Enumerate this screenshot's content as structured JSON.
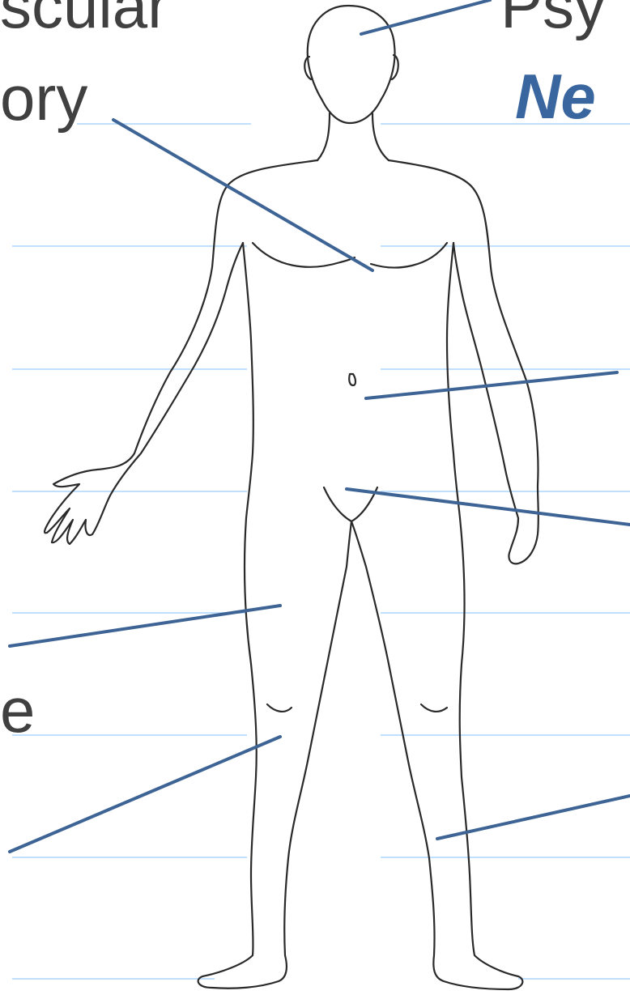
{
  "labels": {
    "top_left_1": "scular",
    "top_left_2": "ory",
    "top_right_1": "Psy",
    "top_right_2": "Ne",
    "left_bottom": "e"
  },
  "colors": {
    "ruled_line": "#bfe0ff",
    "leader_line": "#3d6494",
    "outline": "#2a2a2a",
    "label_grey": "#404040",
    "label_blue": "#3a66a0"
  },
  "figure": {
    "subject": "human body outline"
  }
}
